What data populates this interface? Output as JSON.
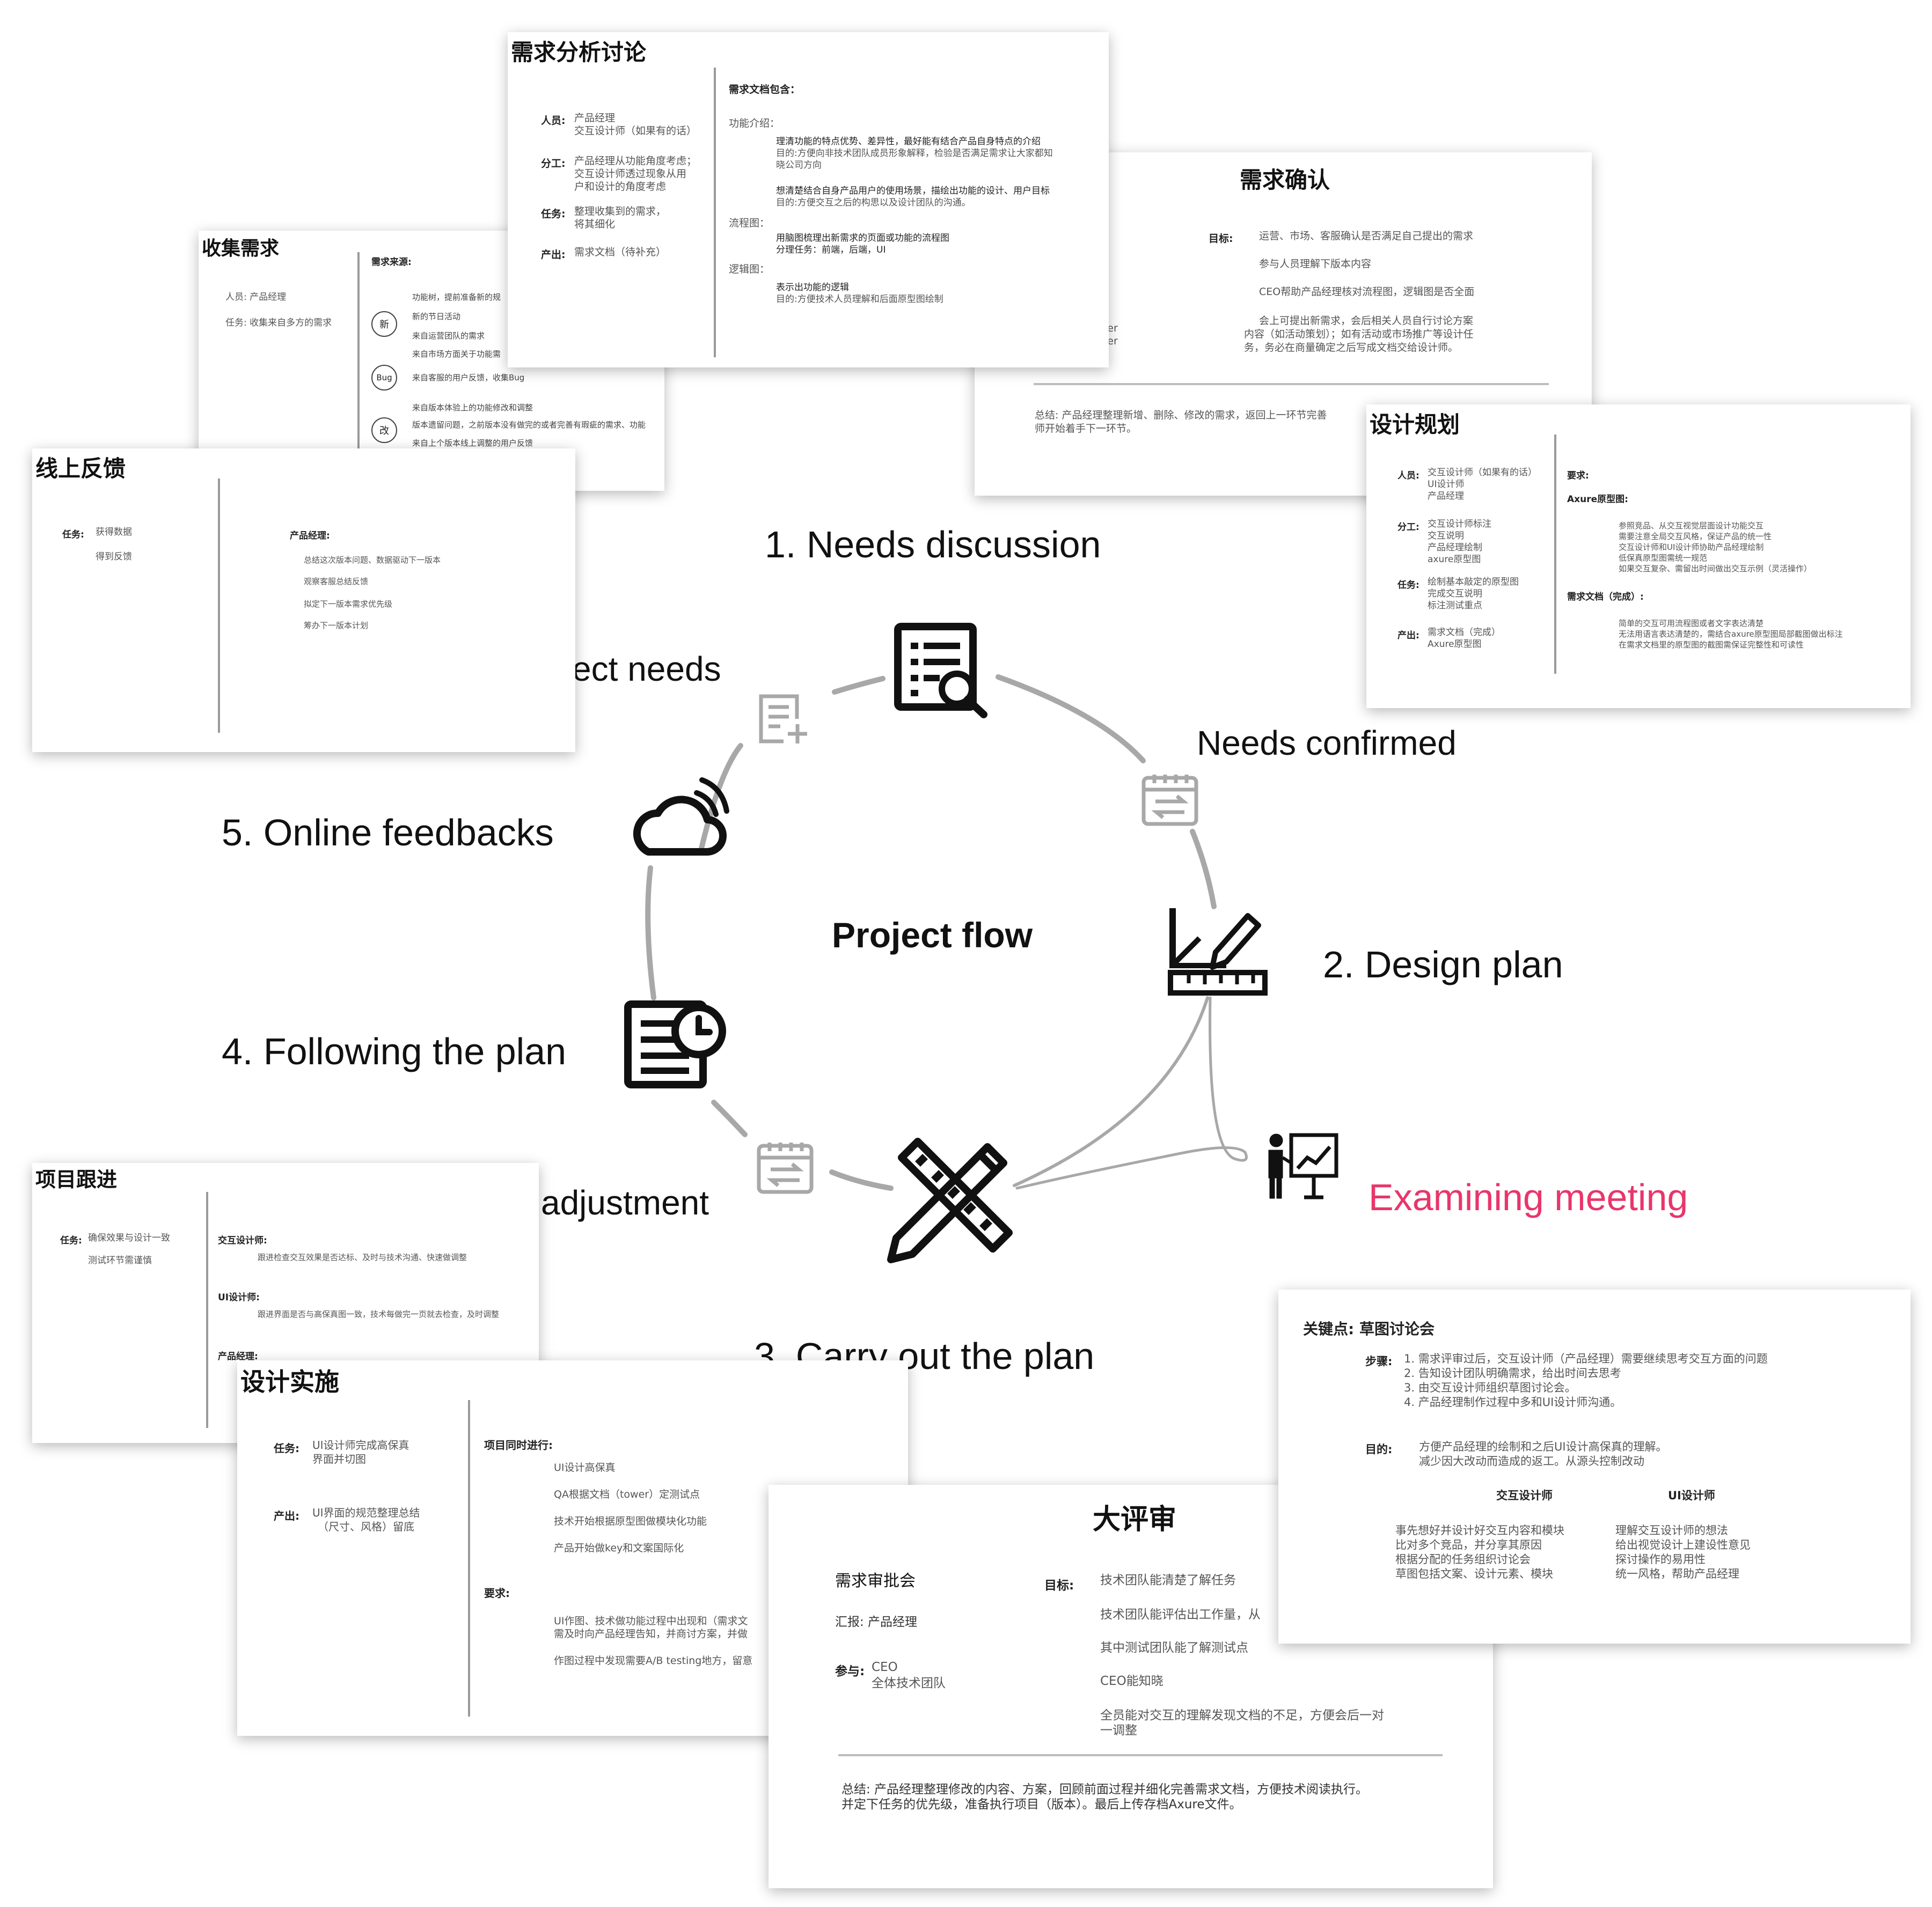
{
  "diagram": {
    "center_title": "Project flow",
    "steps": [
      {
        "label": "1. Needs discussion"
      },
      {
        "label": "2. Design plan"
      },
      {
        "label": "3. Carry out the plan"
      },
      {
        "label": "4. Following the plan"
      },
      {
        "label": "5. Online feedbacks"
      }
    ],
    "transitions": [
      {
        "label": "collect needs"
      },
      {
        "label": "Needs confirmed"
      },
      {
        "label": "Little adjustment"
      },
      {
        "label": "Examining meeting",
        "color": "#e8366b"
      }
    ],
    "accent_color": "#e8366b",
    "line_color": "#a8a8a8"
  },
  "cards": {
    "needs_discussion": {
      "title": "需求分析讨论",
      "personnel_key": "人员:",
      "personnel": [
        "产品经理",
        "交互设计师（如果有的话）"
      ],
      "division_key": "分工:",
      "division": [
        "产品经理从功能角度考虑；",
        "交互设计师透过现象从用",
        "户和设计的角度考虑"
      ],
      "task_key": "任务:",
      "task": [
        "整理收集到的需求，",
        "将其细化"
      ],
      "output_key": "产出:",
      "output": "需求文档（待补充）",
      "doc_title": "需求文档包含：",
      "func_title": "功能介绍：",
      "func_1": "理清功能的特点优势、差异性，最好能有结合产品自身特点的介绍",
      "func_1_purpose": "目的:方便向非技术团队成员形象解释，检验是否满足需求让大家都知",
      "func_1_purpose2": "晓公司方向",
      "func_2": "想清楚结合自身产品用户的使用场景，描绘出功能的设计、用户目标",
      "func_2_purpose": "目的:方便交互之后的构思以及设计团队的沟通。",
      "flow_title": "流程图：",
      "flow_1": "用脑图梳理出新需求的页面或功能的流程图",
      "flow_2": "分理任务：前端，后端，UI",
      "logic_title": "逻辑图：",
      "logic_1": "表示出功能的逻辑",
      "logic_purpose": "目的:方便技术人员理解和后面原型图绘制"
    },
    "collect": {
      "title": "收集需求",
      "personnel": "人员: 产品经理",
      "task": "任务: 收集来自多方的需求",
      "source_title": "需求来源:",
      "tag_new": "新",
      "tag_bug": "Bug",
      "tag_change": "改",
      "s1": "功能树，提前准备新的规",
      "s2": "新的节日活动",
      "s3": "来自运营团队的需求",
      "s4": "来自市场方面关于功能需",
      "s5": "来自客服的用户反馈，收集Bug",
      "s6": "来自版本体验上的功能修改和调整",
      "s7": "版本遗留问题，之前版本没有做完的或者完善有瑕疵的需求、功能",
      "s8": "来自上个版本线上调整的用户反馈"
    },
    "confirm": {
      "title": "需求确认",
      "goal_key": "目标:",
      "g1": "运营、市场、客服确认是否满足自己提出的需求",
      "g2": "参与人员理解下版本内容",
      "g3": "CEO帮助产品经理核对流程图，逻辑图是否全面",
      "g4a": "会上可提出新需求，会后相关人员自行讨论方案",
      "g4b": "内容（如活动策划）；如有活动或市场推广等设计任",
      "g4c": "务，务必在商量确定之后写成文档交给设计师。",
      "frag1": "ler",
      "frag2": "ler",
      "summary_a": "总结: 产品经理整理新增、删除、修改的需求，返回上一环节完善",
      "summary_b": "师开始着手下一环节。"
    },
    "design_plan": {
      "title": "设计规划",
      "personnel_key": "人员:",
      "p1": "交互设计师（如果有的话）",
      "p2": "UI设计师",
      "p3": "产品经理",
      "division_key": "分工:",
      "d1": "交互设计师标注",
      "d2": "交互说明",
      "d3": "产品经理绘制",
      "d4": "axure原型图",
      "task_key": "任务:",
      "t1": "绘制基本敲定的原型图",
      "t2": "完成交互说明",
      "t3": "标注测试重点",
      "output_key": "产出:",
      "o1": "需求文档（完成）",
      "o2": "Axure原型图",
      "req_title": "要求:",
      "axure_title": "Axure原型图:",
      "a1": "参照竞品、从交互视觉层面设计功能交互",
      "a2": "需要注意全局交互风格，保证产品的统一性",
      "a3": "交互设计师和UI设计师协助产品经理绘制",
      "a4": "低保真原型图需统一规范",
      "a5": "如果交互复杂、需留出时间做出交互示例（灵活操作）",
      "doc_title": "需求文档（完成）:",
      "r1": "简单的交互可用流程图或者文字表达清楚",
      "r2": "无法用语言表达清楚的，需结合axure原型图局部截图做出标注",
      "r3": "在需求文档里的原型图的截图需保证完整性和可读性"
    },
    "feedback": {
      "title": "线上反馈",
      "task_key": "任务:",
      "t1": "获得数据",
      "t2": "得到反馈",
      "pm_title": "产品经理:",
      "p1": "总结这次版本问题、数据驱动下一版本",
      "p2": "观察客服总结反馈",
      "p3": "拟定下一版本需求优先级",
      "p4": "筹办下一版本计划"
    },
    "follow": {
      "title": "项目跟进",
      "task_key": "任务:",
      "t1": "确保效果与设计一致",
      "t2": "测试环节需谨慎",
      "ix_title": "交互设计师:",
      "ix_text": "跟进检查交互效果是否达标、及时与技术沟通、快速做调整",
      "ui_title": "UI设计师:",
      "ui_text": "跟进界面是否与高保真图一致，技术每做完一页就去检查，及时调整",
      "pm_title": "产品经理:"
    },
    "implement": {
      "title": "设计实施",
      "task_key": "任务:",
      "task_a": "UI设计师完成高保真",
      "task_b": "界面并切图",
      "output_key": "产出:",
      "output_a": "UI界面的规范整理总结",
      "output_b": "（尺寸、风格）留底",
      "parallel_title": "项目同时进行:",
      "i1": "UI设计高保真",
      "i2": "QA根据文档（tower）定测试点",
      "i3": "技术开始根据原型图做模块化功能",
      "i4": "产品开始做key和文案国际化",
      "req_title": "要求:",
      "r1a": "UI作图、技术做功能过程中出现和（需求文",
      "r1b": "需及时向产品经理告知，并商讨方案，并做",
      "r2": "作图过程中发现需要A/B testing地方，留意"
    },
    "review": {
      "title": "大评审",
      "meeting": "需求审批会",
      "report": "汇报:  产品经理",
      "attend_key": "参与:",
      "attend_a": "CEO",
      "attend_b": "全体技术团队",
      "goal_key": "目标:",
      "g1": "技术团队能清楚了解任务",
      "g2": "技术团队能评估出工作量，从",
      "g3": "其中测试团队能了解测试点",
      "g4": "CEO能知晓",
      "g5a": "全员能对交互的理解发现文档的不足，方便会后一对",
      "g5b": "一调整",
      "summary_a": "总结:  产品经理整理修改的内容、方案，回顾前面过程并细化完善需求文档，方便技术阅读执行。",
      "summary_b": "并定下任务的优先级，准备执行项目（版本）。最后上传存档Axure文件。"
    },
    "keypoint": {
      "title": "关键点:  草图讨论会",
      "steps_key": "步骤:",
      "s1": "1.  需求评审过后，交互设计师（产品经理）需要继续思考交互方面的问题",
      "s2": "2.  告知设计团队明确需求，给出时间去思考",
      "s3": "3.  由交互设计师组织草图讨论会。",
      "s4": "4.  产品经理制作过程中多和UI设计师沟通。",
      "purpose_key": "目的:",
      "p1": "方便产品经理的绘制和之后UI设计高保真的理解。",
      "p2": "减少因大改动而造成的返工。从源头控制改动",
      "col1_title": "交互设计师",
      "col2_title": "UI设计师",
      "c1": [
        "事先想好并设计好交互内容和模块",
        "比对多个竞品，并分享其原因",
        "根据分配的任务组织讨论会",
        "草图包括文案、设计元素、模块"
      ],
      "c2": [
        "理解交互设计师的想法",
        "给出视觉设计上建设性意见",
        "探讨操作的易用性",
        "统一风格，帮助产品经理"
      ]
    }
  }
}
